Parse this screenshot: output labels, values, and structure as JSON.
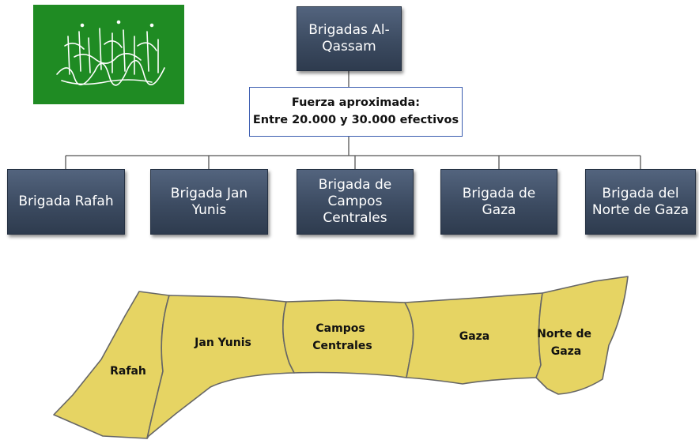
{
  "flag": {
    "icon": "shahada-calligraphy",
    "color": "#1f8b23"
  },
  "org": {
    "top": "Brigadas Al-Qassam",
    "strength_line1": "Fuerza aproximada:",
    "strength_line2": "Entre 20.000 y 30.000 efectivos",
    "brigades": [
      "Brigada Rafah",
      "Brigada Jan Yunis",
      "Brigada de Campos Centrales",
      "Brigada de Gaza",
      "Brigada del Norte de Gaza"
    ],
    "box_color": "#3c4b61"
  },
  "map": {
    "fill_color": "#e6d463",
    "regions": [
      {
        "label_lines": [
          "Rafah"
        ]
      },
      {
        "label_lines": [
          "Jan Yunis"
        ]
      },
      {
        "label_lines": [
          "Campos",
          "Centrales"
        ]
      },
      {
        "label_lines": [
          "Gaza"
        ]
      },
      {
        "label_lines": [
          "Norte de",
          "Gaza"
        ]
      }
    ]
  }
}
